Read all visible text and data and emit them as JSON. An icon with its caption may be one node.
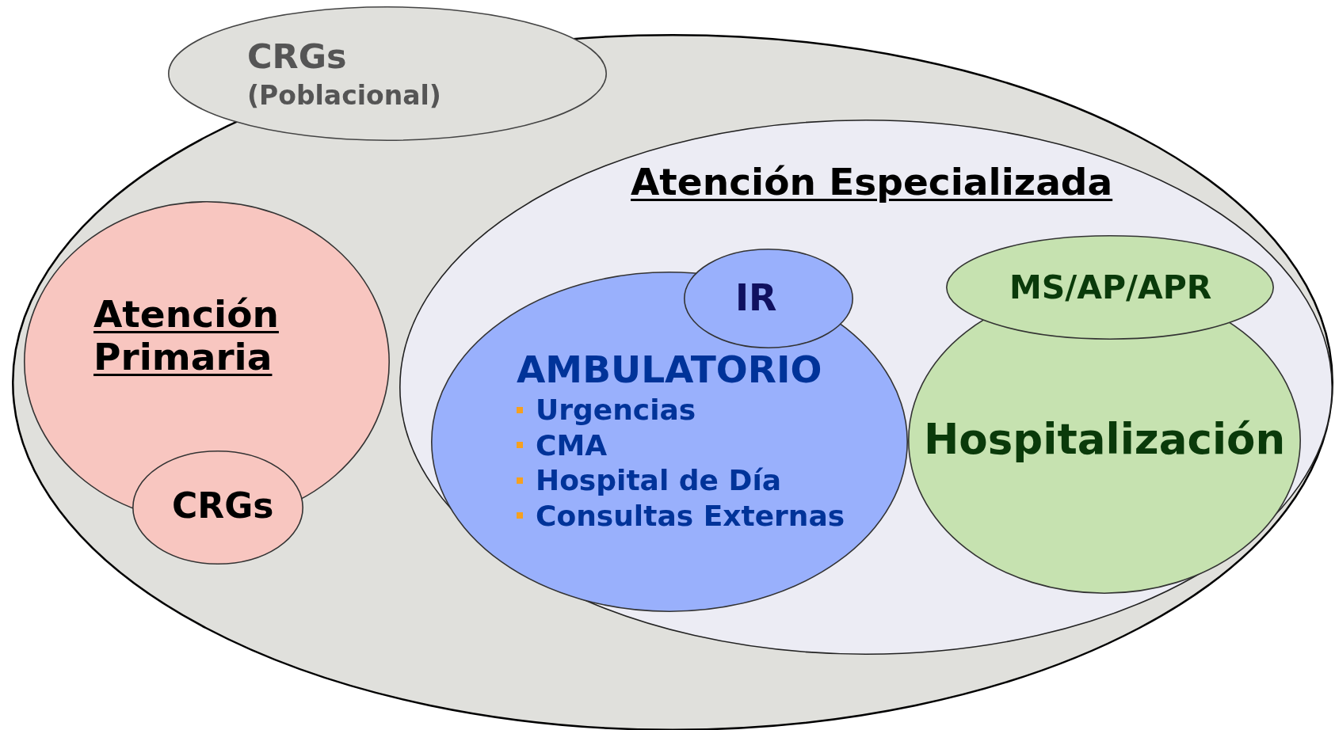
{
  "diagram": {
    "nodes": [
      {
        "text": [],
        "shape": "circle"
      },
      {
        "text": [
          "CRGs",
          "(Poblacional)"
        ]
      },
      {
        "text": [
          "Atención Primaria"
        ],
        "in": 0
      },
      {
        "text": [
          "CRGs"
        ],
        "in": 0
      },
      {
        "text": [
          "Atención Especializada"
        ],
        "in": 0
      },
      {
        "text": [
          "AMBULATORIO",
          "Urgencias",
          "CMA",
          "Hospital de Día",
          "Consultas Externas"
        ],
        "in": 4
      },
      {
        "text": [
          "IR"
        ],
        "in": 4
      },
      {
        "text": [
          "Hospitalización"
        ],
        "in": 4
      },
      {
        "text": [
          "MS/AP/APR"
        ],
        "in": 4
      }
    ]
  }
}
